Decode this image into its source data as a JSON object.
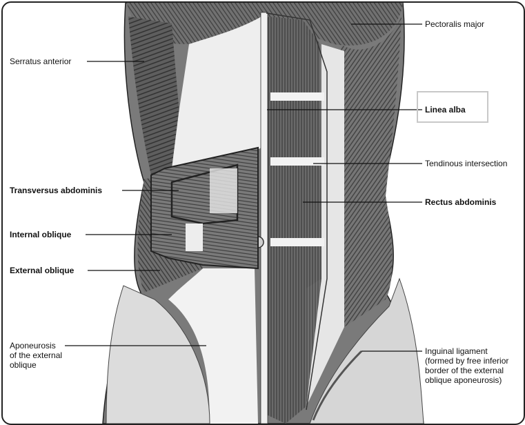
{
  "labels": {
    "pectoralis_major": "Pectoralis major",
    "serratus_anterior": "Serratus anterior",
    "linea_alba": "Linea alba",
    "tendinous_intersection": "Tendinous intersection",
    "transversus_abdominis": "Transversus abdominis",
    "rectus_abdominis": "Rectus abdominis",
    "internal_oblique": "Internal oblique",
    "external_oblique": "External oblique",
    "aponeurosis_line1": "Aponeurosis",
    "aponeurosis_line2": "of the external",
    "aponeurosis_line3": "oblique",
    "inguinal_line1": "Inguinal ligament",
    "inguinal_line2": "(formed by free inferior",
    "inguinal_line3": "border of the external",
    "inguinal_line4": "oblique aponeurosis)"
  }
}
